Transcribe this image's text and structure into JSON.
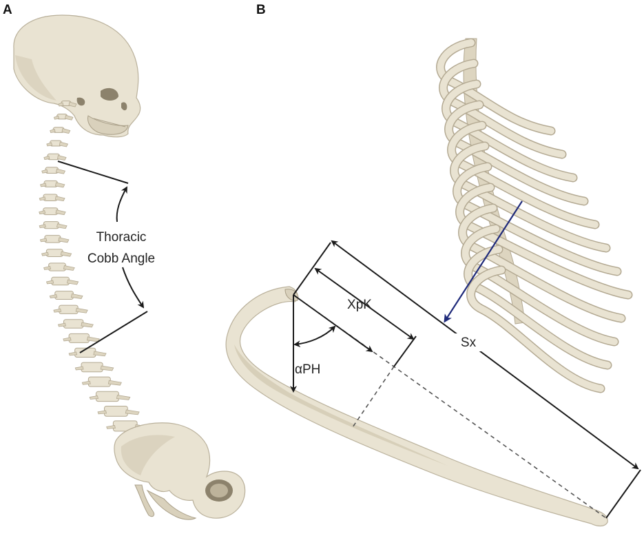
{
  "panels": {
    "a": {
      "letter": "A",
      "label_line1": "Thoracic",
      "label_line2": "Cobb Angle"
    },
    "b": {
      "letter": "B",
      "label_xpk": "XpK",
      "label_sx": "Sx",
      "label_aph": "αPH"
    }
  },
  "colors": {
    "bone": "#e9e3d2",
    "measurement_lines": "#1a1a1a",
    "view_arrow": "#1f2a7a"
  }
}
